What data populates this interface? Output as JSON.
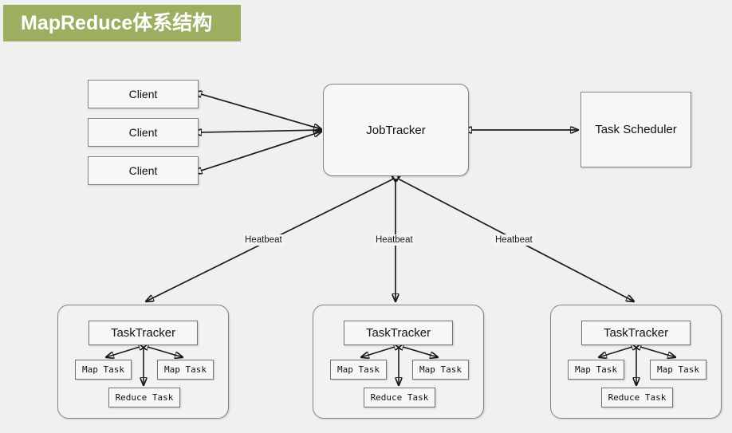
{
  "banner": {
    "title": "MapReduce体系结构",
    "background_color": "#9cae60",
    "text_color": "#ffffff"
  },
  "canvas": {
    "background_color": "#f0f0f0",
    "node_fill": "#f7f7f7",
    "node_border": "#7d8490",
    "edge_color": "#1b1b1b"
  },
  "nodes": {
    "clients": [
      {
        "label": "Client"
      },
      {
        "label": "Client"
      },
      {
        "label": "Client"
      }
    ],
    "jobtracker": {
      "label": "JobTracker"
    },
    "task_scheduler": {
      "label": "Task Scheduler"
    }
  },
  "clusters": [
    {
      "tasktracker": "TaskTracker",
      "map_left": "Map Task",
      "map_right": "Map Task",
      "reduce": "Reduce Task"
    },
    {
      "tasktracker": "TaskTracker",
      "map_left": "Map Task",
      "map_right": "Map Task",
      "reduce": "Reduce Task"
    },
    {
      "tasktracker": "TaskTracker",
      "map_left": "Map Task",
      "map_right": "Map Task",
      "reduce": "Reduce Task"
    }
  ],
  "edge_labels": {
    "heartbeat_left": "Heatbeat",
    "heartbeat_center": "Heatbeat",
    "heartbeat_right": "Heatbeat"
  }
}
